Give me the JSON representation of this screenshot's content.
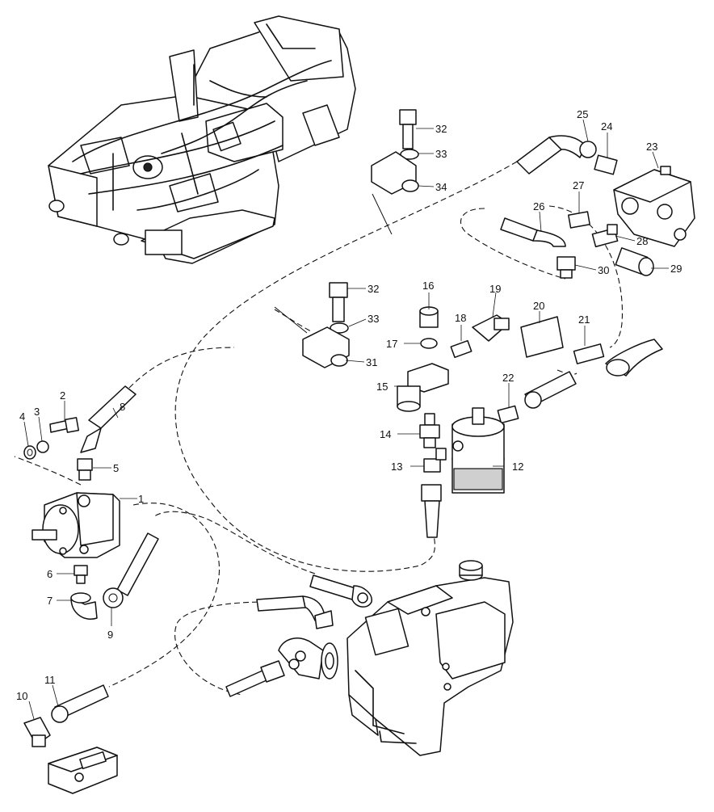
{
  "callouts": [
    {
      "id": "1",
      "text": "1"
    },
    {
      "id": "2",
      "text": "2"
    },
    {
      "id": "3",
      "text": "3"
    },
    {
      "id": "4",
      "text": "4"
    },
    {
      "id": "5",
      "text": "5"
    },
    {
      "id": "6",
      "text": "6"
    },
    {
      "id": "7",
      "text": "7"
    },
    {
      "id": "8",
      "text": "8"
    },
    {
      "id": "9",
      "text": "9"
    },
    {
      "id": "10",
      "text": "10"
    },
    {
      "id": "11",
      "text": "11"
    },
    {
      "id": "12",
      "text": "12"
    },
    {
      "id": "13",
      "text": "13"
    },
    {
      "id": "14",
      "text": "14"
    },
    {
      "id": "15",
      "text": "15"
    },
    {
      "id": "16",
      "text": "16"
    },
    {
      "id": "17",
      "text": "17"
    },
    {
      "id": "18",
      "text": "18"
    },
    {
      "id": "19",
      "text": "19"
    },
    {
      "id": "20",
      "text": "20"
    },
    {
      "id": "21",
      "text": "21"
    },
    {
      "id": "22",
      "text": "22"
    },
    {
      "id": "23",
      "text": "23"
    },
    {
      "id": "24",
      "text": "24"
    },
    {
      "id": "25",
      "text": "25"
    },
    {
      "id": "26",
      "text": "26"
    },
    {
      "id": "27",
      "text": "27"
    },
    {
      "id": "28",
      "text": "28"
    },
    {
      "id": "29",
      "text": "29"
    },
    {
      "id": "30",
      "text": "30"
    },
    {
      "id": "31",
      "text": "31"
    },
    {
      "id": "32a",
      "text": "32"
    },
    {
      "id": "32b",
      "text": "32"
    },
    {
      "id": "33a",
      "text": "33"
    },
    {
      "id": "33b",
      "text": "33"
    },
    {
      "id": "34",
      "text": "34"
    }
  ]
}
